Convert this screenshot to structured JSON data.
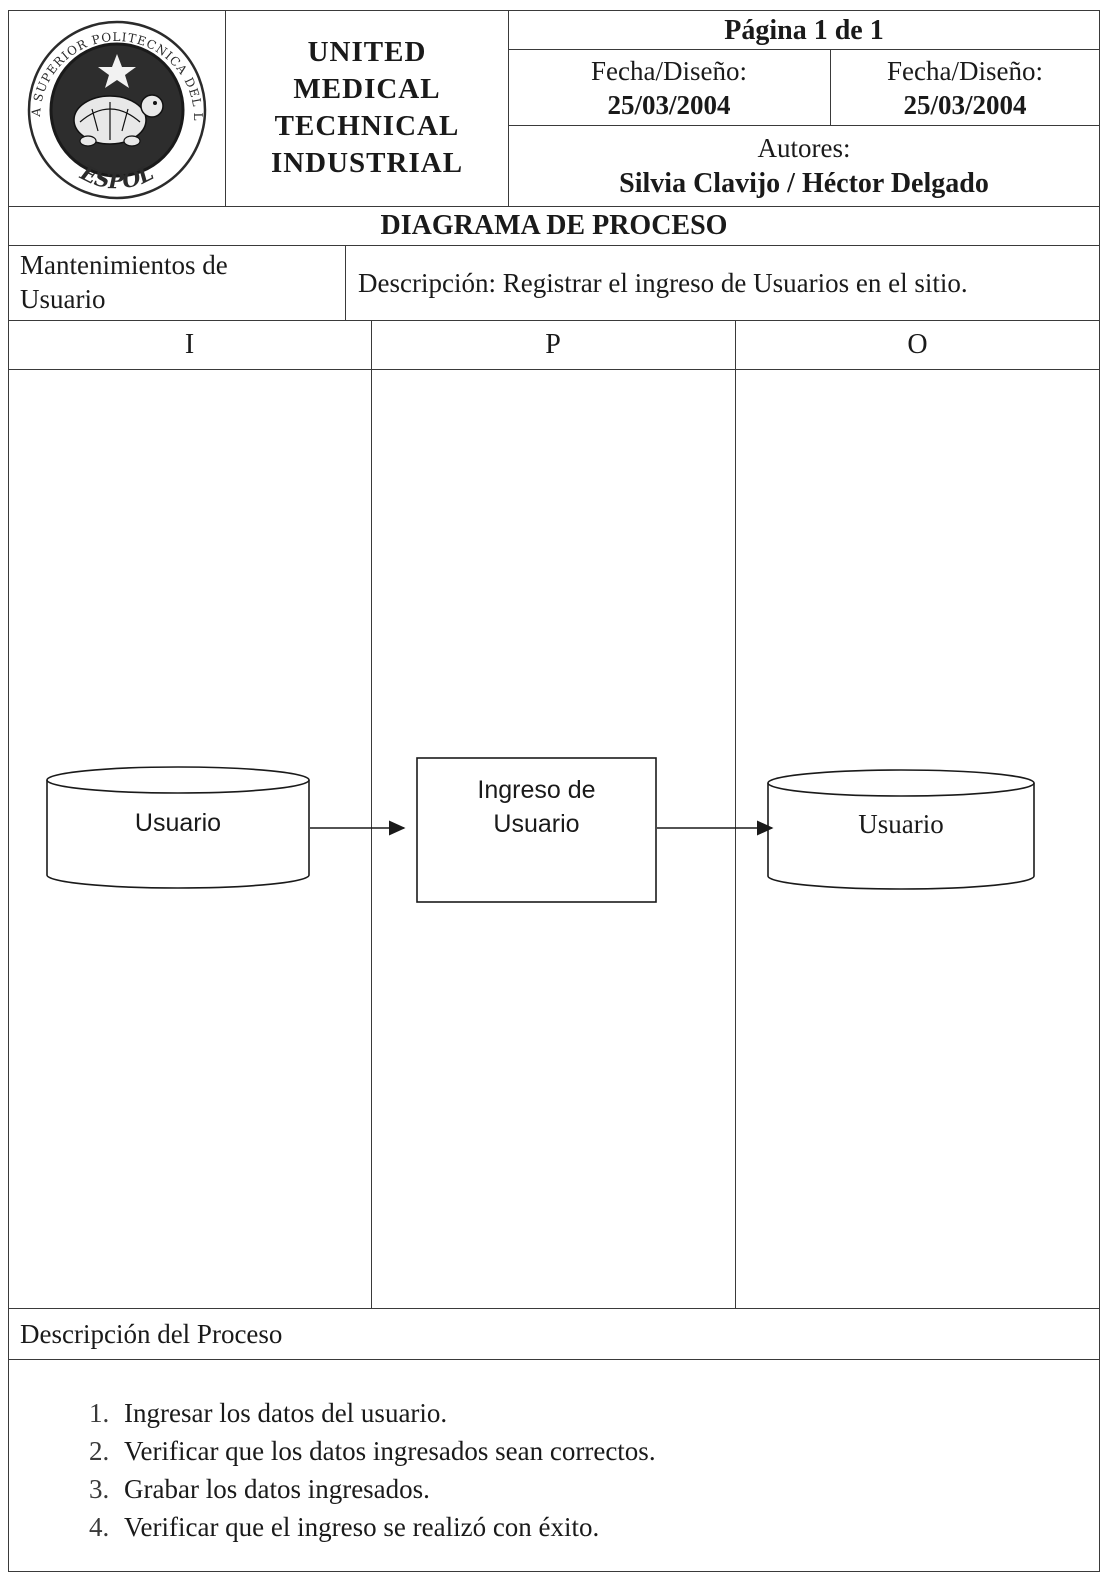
{
  "header": {
    "seal": {
      "text_top": "ESCUELA SUPERIOR POLITECNICA DEL LITORAL",
      "text_bottom": "ESPOL"
    },
    "company_lines": [
      "UNITED",
      "MEDICAL",
      "TECHNICAL",
      "INDUSTRIAL"
    ],
    "page": "Página 1 de 1",
    "date_left_label": "Fecha/Diseño:",
    "date_left_value": "25/03/2004",
    "date_right_label": "Fecha/Diseño:",
    "date_right_value": "25/03/2004",
    "authors_label": "Autores:",
    "authors_value": "Silvia Clavijo / Héctor Delgado"
  },
  "title": "DIAGRAMA DE PROCESO",
  "module": {
    "line1": "Mantenimientos de",
    "line2": "Usuario",
    "description": "Descripción: Registrar el ingreso de Usuarios en el sitio."
  },
  "columns": [
    "I",
    "P",
    "O"
  ],
  "diagram": {
    "input_store": "Usuario",
    "process_line1": "Ingreso de",
    "process_line2": "Usuario",
    "output_store": "Usuario"
  },
  "process_description": {
    "heading": "Descripción del Proceso",
    "steps": [
      "Ingresar los datos del usuario.",
      "Verificar que los datos ingresados sean correctos.",
      "Grabar los datos ingresados.",
      "Verificar que el ingreso se realizó con éxito."
    ]
  }
}
